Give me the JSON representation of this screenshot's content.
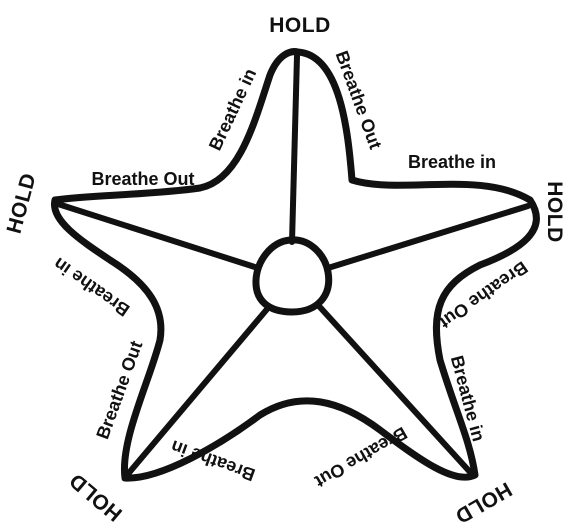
{
  "labels": {
    "hold": "HOLD",
    "breathe_in": "Breathe in",
    "breathe_out": "Breathe Out"
  },
  "colors": {
    "ink": "#111111",
    "background": "#ffffff"
  }
}
